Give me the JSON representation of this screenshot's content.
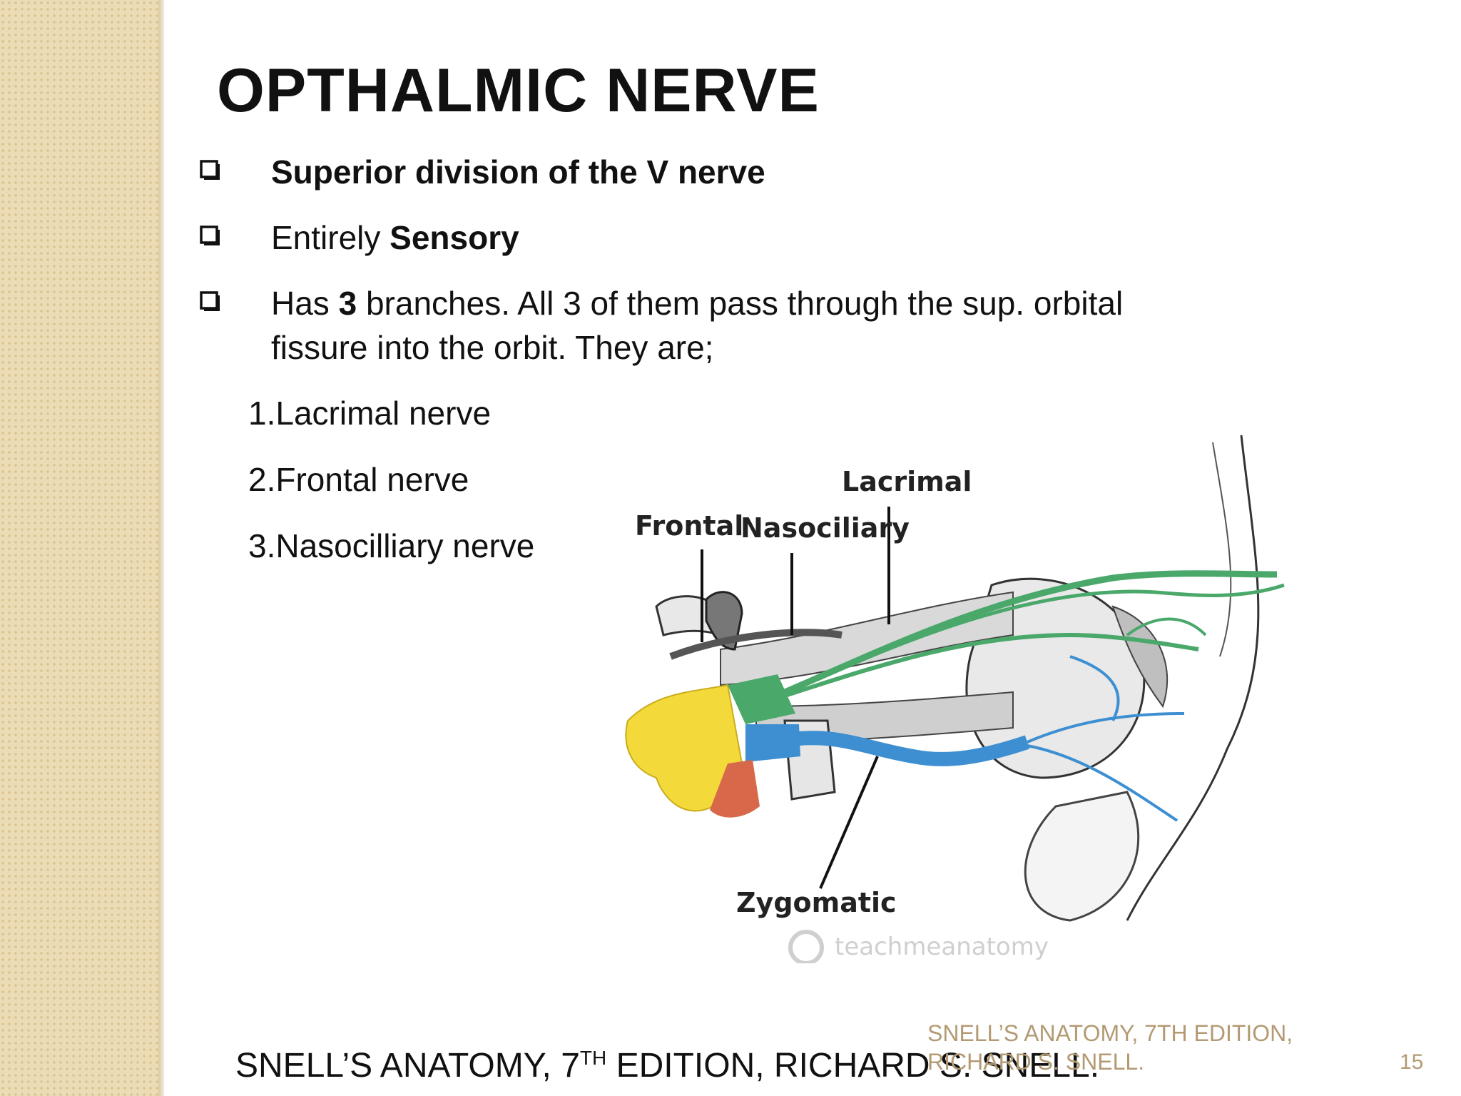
{
  "title": "OPTHALMIC NERVE",
  "bullets": [
    {
      "normal_before": "",
      "bold": "Superior division of the V nerve",
      "normal_after": ""
    },
    {
      "normal_before": "Entirely ",
      "bold": "Sensory",
      "normal_after": ""
    },
    {
      "normal_before": "Has ",
      "bold": "3",
      "normal_after": " branches. All 3 of them pass through the sup. orbital",
      "line2": "fissure into the orbit. They are;"
    }
  ],
  "branches": [
    "1.Lacrimal nerve",
    "2.Frontal nerve",
    "3.Nasocilliary nerve"
  ],
  "diagram": {
    "labels": {
      "frontal": "Frontal",
      "nasociliary": "Nasociliary",
      "lacrimal": "Lacrimal",
      "zygomatic": "Zygomatic"
    },
    "watermark": "teachmeanatomy",
    "colors": {
      "ganglion": "#f3d93a",
      "ophthalmic": "#4aa86a",
      "maxillary": "#3d8fd1",
      "mandibular": "#d8684a"
    }
  },
  "citation": {
    "before": "SNELL’S ANATOMY, 7",
    "sup": "TH",
    "after": " EDITION, RICHARD S. SNELL."
  },
  "footer": {
    "line1": "SNELL’S ANATOMY, 7TH EDITION,",
    "line2": "RICHARD S. SNELL."
  },
  "page_number": "15"
}
